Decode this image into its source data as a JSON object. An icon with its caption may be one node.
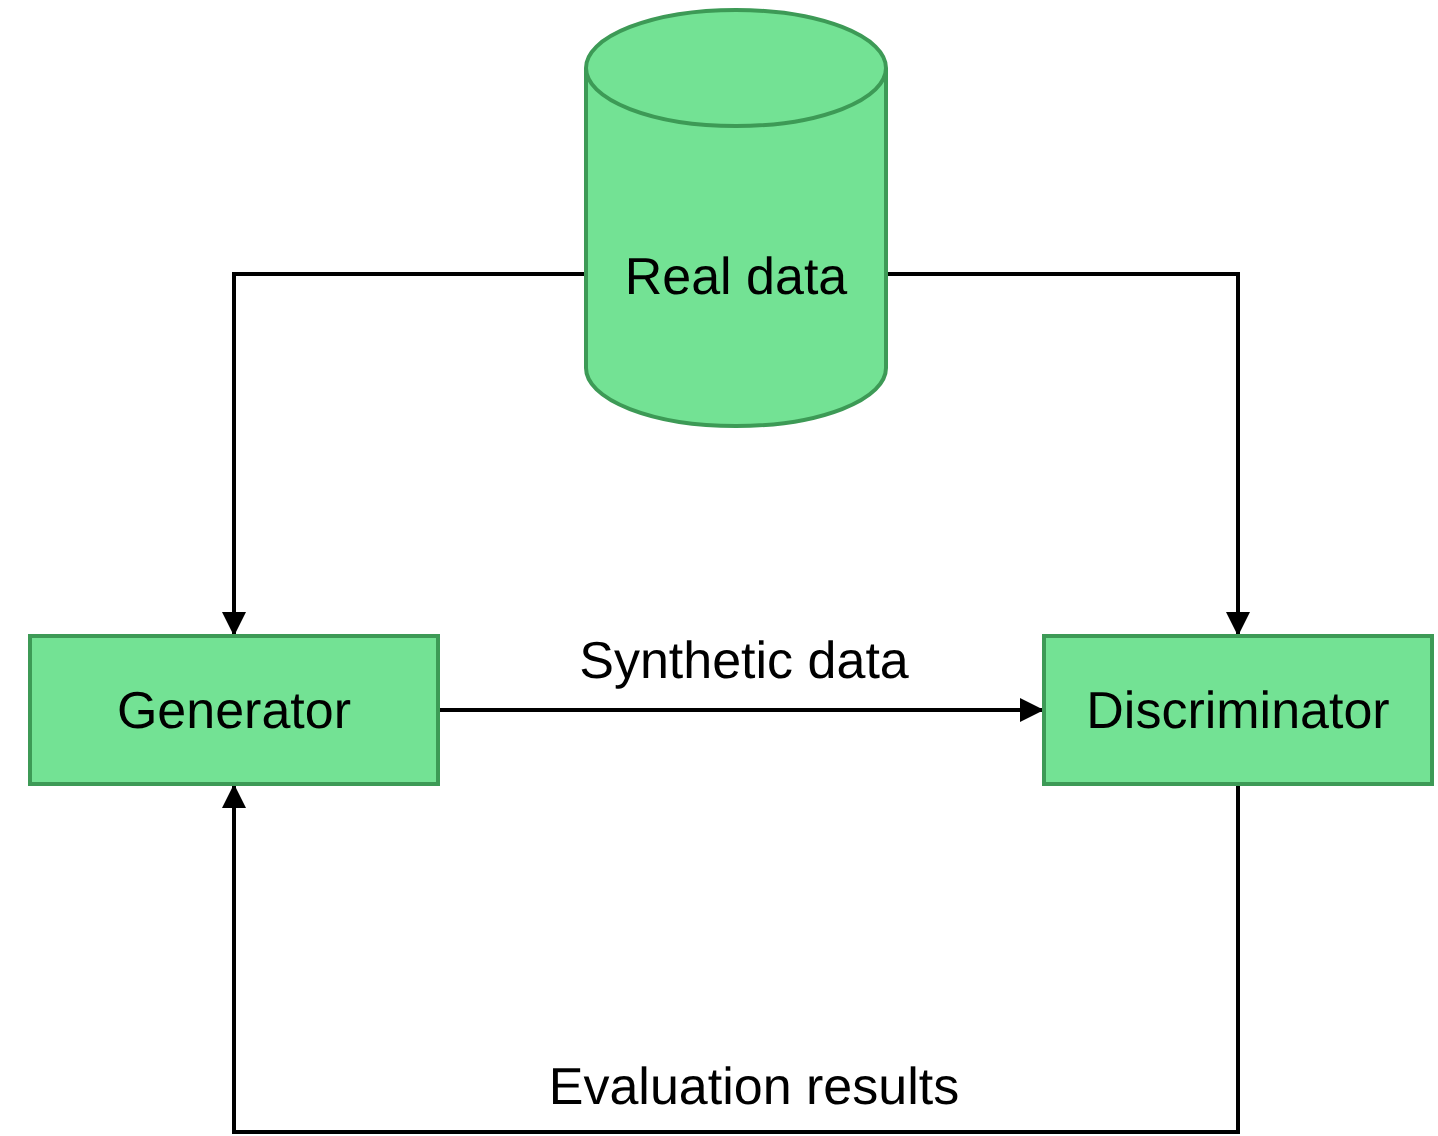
{
  "diagram": {
    "nodes": [
      {
        "text": [
          "Real data"
        ]
      },
      {
        "text": [
          "Generator"
        ]
      },
      {
        "text": [
          "Discriminator"
        ]
      }
    ],
    "edges": [
      {
        "from": 0,
        "to": 1,
        "arrow": "to"
      },
      {
        "from": 0,
        "to": 2,
        "arrow": "to"
      },
      {
        "from": 1,
        "to": 2,
        "arrow": "to",
        "label": "Synthetic data"
      },
      {
        "from": 2,
        "to": 1,
        "arrow": "to",
        "label": "Evaluation results"
      }
    ]
  }
}
